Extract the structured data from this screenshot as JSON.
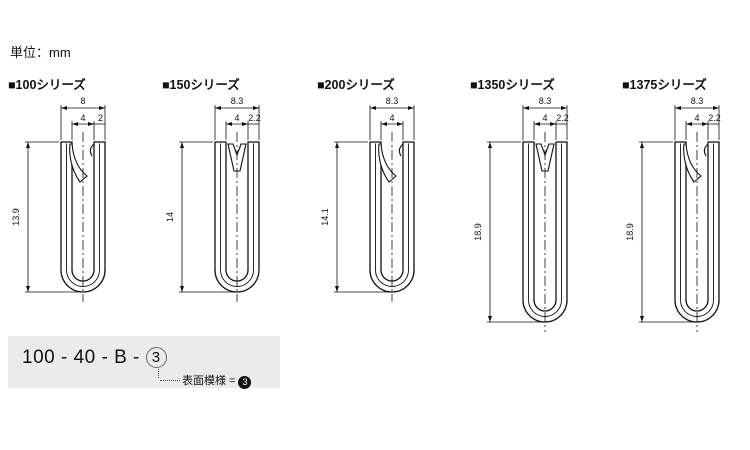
{
  "unit_label": "単位：mm",
  "series": [
    {
      "label": "■100シリーズ",
      "dim_top": "8",
      "dim_inner": "4",
      "dim_right": "2",
      "height": "13.9",
      "profile_type": "tab"
    },
    {
      "label": "■150シリーズ",
      "dim_top": "8.3",
      "dim_inner": "4",
      "dim_right": "2.2",
      "height": "14",
      "profile_type": "v-notch"
    },
    {
      "label": "■200シリーズ",
      "dim_top": "8.3",
      "dim_inner": "4",
      "dim_right": "",
      "height": "14.1",
      "profile_type": "tab"
    },
    {
      "label": "■1350シリーズ",
      "dim_top": "8.3",
      "dim_inner": "4",
      "dim_right": "2.2",
      "height": "18.9",
      "profile_type": "v-notch"
    },
    {
      "label": "■1375シリーズ",
      "dim_top": "8.3",
      "dim_inner": "4",
      "dim_right": "2.2",
      "height": "18.9",
      "profile_type": "tab"
    }
  ],
  "part_number": {
    "prefix": "100 - 40 - B - ",
    "circled_digit": "3"
  },
  "note": {
    "label": "表面模様 =",
    "badge_digit": "3"
  },
  "colors": {
    "line": "#111111",
    "box_bg": "#ebebeb"
  }
}
